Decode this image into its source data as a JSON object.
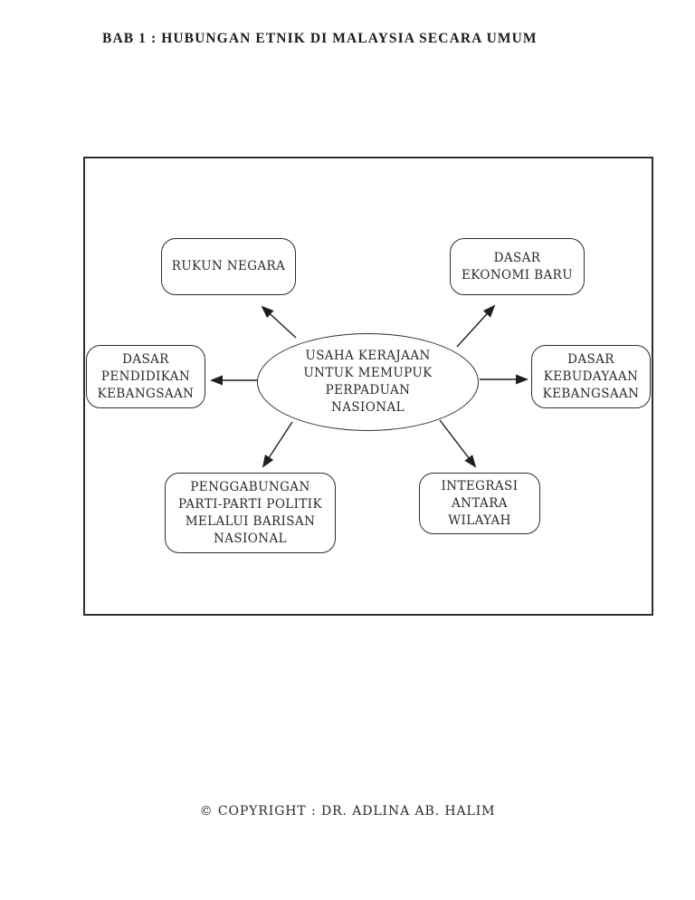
{
  "page": {
    "title": "BAB 1 : HUBUNGAN ETNIK DI MALAYSIA SECARA UMUM",
    "footer": "© COPYRIGHT : DR. ADLINA AB. HALIM",
    "background_color": "#ffffff"
  },
  "diagram": {
    "type": "concept-map",
    "stroke_color": "#2e2e2e",
    "text_color": "#2a2a2a",
    "center_node": {
      "id": "usaha-kerajaan",
      "shape": "ellipse",
      "label": "USAHA KERAJAAN\nUNTUK MEMUPUK\nPERPADUAN\nNASIONAL"
    },
    "nodes": [
      {
        "id": "rukun-negara",
        "position": "top-left",
        "shape": "rounded-rectangle",
        "label": "RUKUN NEGARA"
      },
      {
        "id": "dasar-ekonomi-baru",
        "position": "top-right",
        "shape": "rounded-rectangle",
        "label": "DASAR\nEKONOMI BARU"
      },
      {
        "id": "dasar-pendidikan-kebangsaan",
        "position": "middle-left",
        "shape": "rounded-rectangle",
        "label": "DASAR\nPENDIDIKAN\nKEBANGSAAN"
      },
      {
        "id": "dasar-kebudayaan-kebangsaan",
        "position": "middle-right",
        "shape": "rounded-rectangle",
        "label": "DASAR\nKEBUDAYAAN\nKEBANGSAAN"
      },
      {
        "id": "penggabungan-parti-politik",
        "position": "bottom-left",
        "shape": "rounded-rectangle",
        "label": "PENGGABUNGAN\nPARTI-PARTI POLITIK\nMELALUI BARISAN\nNASIONAL"
      },
      {
        "id": "integrasi-antara-wilayah",
        "position": "bottom-right",
        "shape": "rounded-rectangle",
        "label": "INTEGRASI\nANTARA\nWILAYAH"
      }
    ],
    "edges": [
      {
        "from": "usaha-kerajaan",
        "to": "rukun-negara",
        "style": "arrow"
      },
      {
        "from": "usaha-kerajaan",
        "to": "dasar-ekonomi-baru",
        "style": "arrow"
      },
      {
        "from": "usaha-kerajaan",
        "to": "dasar-pendidikan-kebangsaan",
        "style": "arrow"
      },
      {
        "from": "usaha-kerajaan",
        "to": "dasar-kebudayaan-kebangsaan",
        "style": "arrow"
      },
      {
        "from": "usaha-kerajaan",
        "to": "penggabungan-parti-politik",
        "style": "arrow"
      },
      {
        "from": "usaha-kerajaan",
        "to": "integrasi-antara-wilayah",
        "style": "arrow"
      }
    ]
  }
}
